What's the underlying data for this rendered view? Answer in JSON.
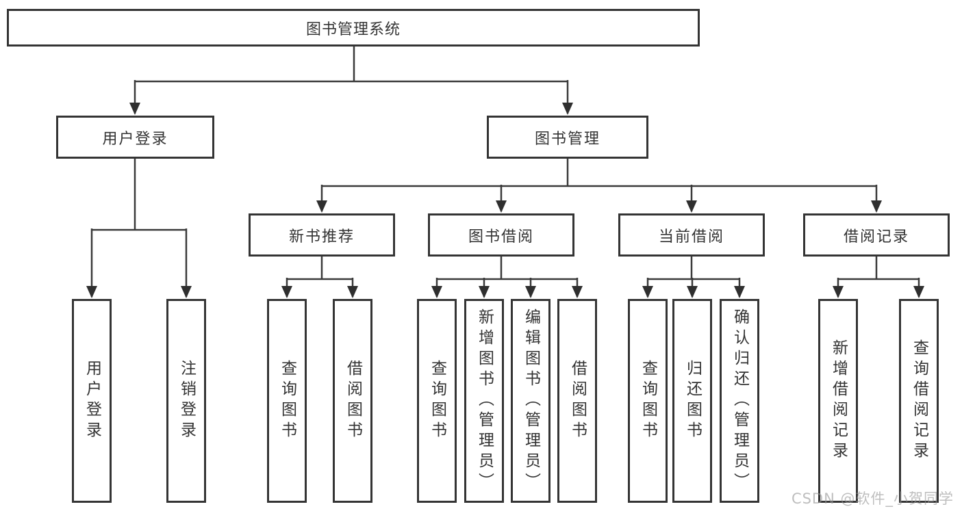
{
  "watermark": "CSDN @软件_小贺同学",
  "colors": {
    "line": "#3a3a3a",
    "box_border": "#343434",
    "text": "#333333",
    "background": "#ffffff",
    "watermark": "#c7c7c7"
  },
  "tree": {
    "root": "图书管理系统",
    "user_login": {
      "label": "用户登录",
      "children": [
        {
          "label": "用户登录"
        },
        {
          "label": "注销登录"
        }
      ]
    },
    "book_mgmt": {
      "label": "图书管理",
      "modules": [
        {
          "label": "新书推荐",
          "children": [
            {
              "label": "查询图书"
            },
            {
              "label": "借阅图书"
            }
          ]
        },
        {
          "label": "图书借阅",
          "children": [
            {
              "label": "查询图书"
            },
            {
              "label": "新增图书（管理员）"
            },
            {
              "label": "编辑图书（管理员）"
            },
            {
              "label": "借阅图书"
            }
          ]
        },
        {
          "label": "当前借阅",
          "children": [
            {
              "label": "查询图书"
            },
            {
              "label": "归还图书"
            },
            {
              "label": "确认归还（管理员）"
            }
          ]
        },
        {
          "label": "借阅记录",
          "children": [
            {
              "label": "新增借阅记录"
            },
            {
              "label": "查询借阅记录"
            }
          ]
        }
      ]
    }
  }
}
